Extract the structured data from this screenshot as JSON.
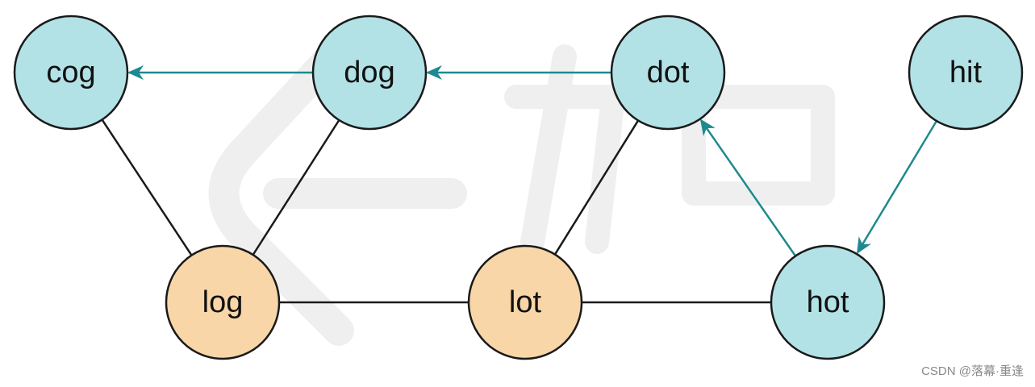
{
  "colors": {
    "node_default_fill": "#b2e2e6",
    "node_highlight_fill": "#f8d6a8",
    "node_stroke": "#1a1a1a",
    "edge": "#1a1a1a",
    "arrow": "#1e8a8f",
    "watermark": "#efefef"
  },
  "nodes": [
    {
      "id": "cog",
      "label": "cog",
      "highlight": false
    },
    {
      "id": "dog",
      "label": "dog",
      "highlight": false
    },
    {
      "id": "dot",
      "label": "dot",
      "highlight": false
    },
    {
      "id": "hit",
      "label": "hit",
      "highlight": false
    },
    {
      "id": "log",
      "label": "log",
      "highlight": true
    },
    {
      "id": "lot",
      "label": "lot",
      "highlight": true
    },
    {
      "id": "hot",
      "label": "hot",
      "highlight": false
    }
  ],
  "edges": [
    {
      "from": "cog",
      "to": "log"
    },
    {
      "from": "dog",
      "to": "log"
    },
    {
      "from": "log",
      "to": "lot"
    },
    {
      "from": "lot",
      "to": "dot"
    },
    {
      "from": "lot",
      "to": "hot"
    }
  ],
  "arrows": [
    {
      "from": "dog",
      "to": "cog"
    },
    {
      "from": "dot",
      "to": "dog"
    },
    {
      "from": "hot",
      "to": "dot"
    },
    {
      "from": "hit",
      "to": "hot"
    }
  ],
  "credit": "CSDN @落幕·重逢"
}
